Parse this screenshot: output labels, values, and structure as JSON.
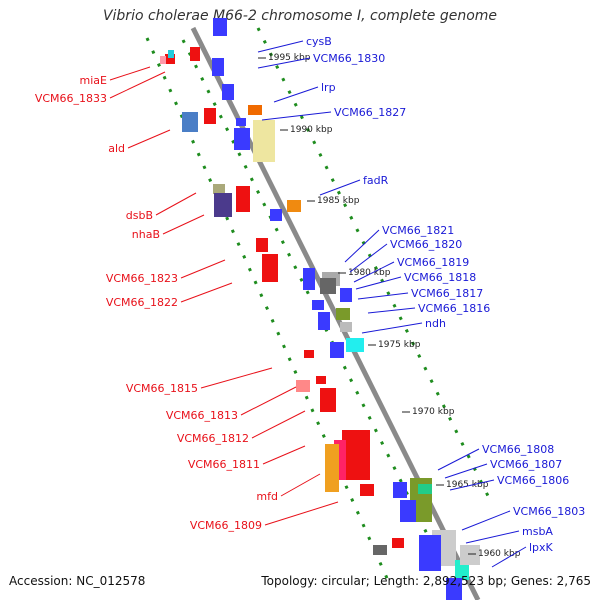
{
  "title": "Vibrio cholerae M66-2 chromosome I, complete genome",
  "footer": {
    "accession": "Accession: NC_012578",
    "summary": "Topology: circular; Length: 2,892,523 bp; Genes: 2,765"
  },
  "colors": {
    "left_labels": "#e8111a",
    "right_labels": "#1a1ad6",
    "backbone": "#8a8a8a",
    "tick_dots": "#1e8c1e"
  },
  "kbp_ticks": [
    "1995 kbp",
    "1990 kbp",
    "1985 kbp",
    "1980 kbp",
    "1975 kbp",
    "1970 kbp",
    "1965 kbp",
    "1960 kbp"
  ],
  "left_genes": [
    "miaE",
    "VCM66_1833",
    "ald",
    "dsbB",
    "nhaB",
    "VCM66_1823",
    "VCM66_1822",
    "VCM66_1815",
    "VCM66_1813",
    "VCM66_1812",
    "VCM66_1811",
    "mfd",
    "VCM66_1809"
  ],
  "right_genes": [
    "cysB",
    "VCM66_1830",
    "lrp",
    "VCM66_1827",
    "fadR",
    "VCM66_1821",
    "VCM66_1820",
    "VCM66_1819",
    "VCM66_1818",
    "VCM66_1817",
    "VCM66_1816",
    "ndh",
    "VCM66_1808",
    "VCM66_1807",
    "VCM66_1806",
    "VCM66_1803",
    "msbA",
    "lpxK"
  ]
}
